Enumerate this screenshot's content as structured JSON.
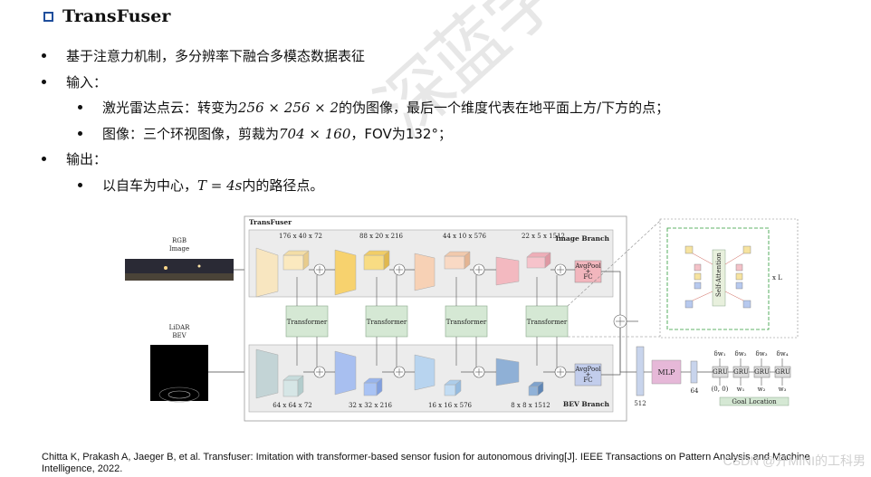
{
  "title": "TransFuser",
  "bullets": [
    {
      "text": "基于注意力机制，多分辨率下融合多模态数据表征"
    },
    {
      "text": "输入："
    },
    {
      "text_before": "激光雷达点云：转变为",
      "math": "256 × 256 × 2",
      "text_after": "的伪图像，最后一个维度代表在地平面上方/下方的点；"
    },
    {
      "text_before": "图像：三个环视图像，剪裁为",
      "math": "704 × 160",
      "text_after": "，FOV为132°；"
    },
    {
      "text": "输出："
    },
    {
      "text_before": "以自车为中心，",
      "math": "T = 4s",
      "text_after": "内的路径点。"
    }
  ],
  "diagram": {
    "frame_label": "TransFuser",
    "rgb_label": [
      "RGB",
      "Image"
    ],
    "lidar_label": [
      "LiDAR",
      "BEV"
    ],
    "image_branch": "Image Branch",
    "bev_branch": "BEV Branch",
    "image_dims": [
      "176 x 40 x 72",
      "88 x 20 x 216",
      "44 x 10 x 576",
      "22 x 5 x 1512"
    ],
    "bev_dims": [
      "64 x 64 x 72",
      "32 x 32 x 216",
      "16 x 16 x 576",
      "8 x 8 x 1512"
    ],
    "transformer": "Transformer",
    "avgpool": [
      "AvgPool",
      "+",
      "FC"
    ],
    "dim_512": "512",
    "mlp": "MLP",
    "dim_64": "64",
    "gru": "GRU",
    "origin": "(0, 0)",
    "goal": "Goal Location",
    "self_attention": "Self-Attention",
    "times_l": "x L",
    "delta_w": [
      "δw₁",
      "δw₂",
      "δw₃",
      "δw₄"
    ],
    "w": [
      "w₁",
      "w₂",
      "w₃"
    ]
  },
  "watermark": "深蓝学院",
  "caption": "Chitta K, Prakash A, Jaeger B, et al. Transfuser: Imitation with transformer-based sensor fusion for autonomous driving[J]. IEEE Transactions on Pattern Analysis and Machine Intelligence, 2022.",
  "csdn": "CSDN @开MINI的工科男",
  "colors": {
    "title_box": "#1f4e9c",
    "transformer_fill": "#d5e8d4",
    "mlp_fill": "#e6b8d8",
    "dashed_green": "#2e9b3a"
  }
}
